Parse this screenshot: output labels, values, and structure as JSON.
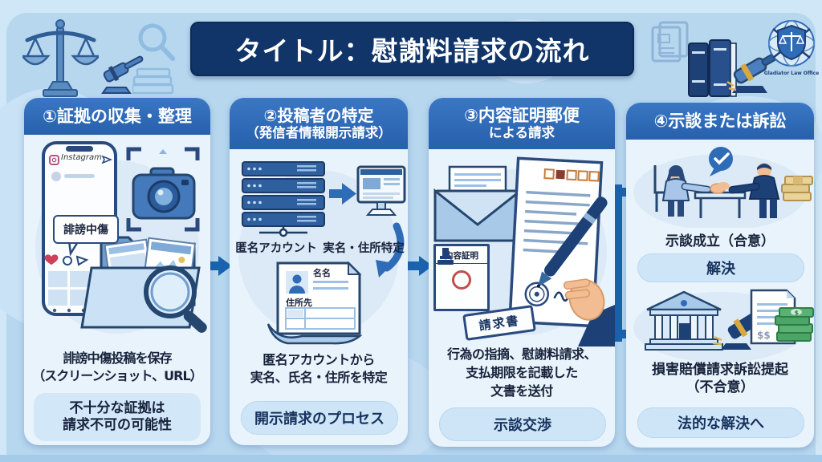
{
  "title": "タイトル：慰謝料請求の流れ",
  "logo_caption": "Gladiator Law Office",
  "colors": {
    "background": "#b7d7ef",
    "title_bar": "#113569",
    "panel_header": "#2e68b4",
    "panel_body": "#e9f3fb",
    "pill": "#cde5f7",
    "note_box": "#d2e8f8",
    "arrow": "#1a63ae",
    "text": "#17223b"
  },
  "panels": [
    {
      "header_l1": "①証拠の収集・整理",
      "header_l2": "",
      "app_name": "Instagram",
      "bubble": "誹謗中傷",
      "caption": "誹謗中傷投稿を保存\n（スクリーンショット、URL）",
      "note": "不十分な証拠は\n請求不可の可能性"
    },
    {
      "header_l1": "②投稿者の特定",
      "header_l2": "（発信者情報開示請求）",
      "server_label": "匿名アカウント",
      "monitor_label": "実名・住所特定",
      "doc_name_label": "名名",
      "doc_address_label": "住所先",
      "caption": "匿名アカウントから\n実名、氏名・住所を特定",
      "pill": "開示請求のプロセス"
    },
    {
      "header_l1": "③内容証明郵便",
      "header_l2": "による請求",
      "certificate_label": "内容証明",
      "stamp_tag": "請求書",
      "caption": "行為の指摘、慰謝料請求、\n支払期限を記載した\n文書を送付",
      "pill": "示談交渉"
    },
    {
      "header_l1": "④示談または訴訟",
      "header_l2": "",
      "outcomes": [
        {
          "caption": "示談成立（合意）",
          "pill": "解決"
        },
        {
          "caption": "損害賠償請求訴訟提起\n（不合意）",
          "pill": "法的な解決へ"
        }
      ]
    }
  ]
}
